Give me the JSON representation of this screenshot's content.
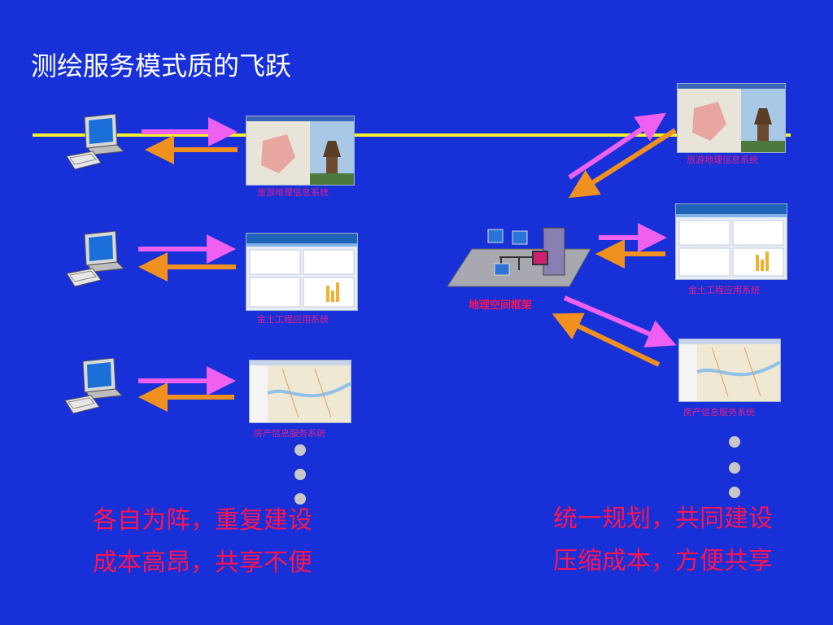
{
  "slide": {
    "title": "测绘服务模式质的飞跃",
    "left_systems": [
      {
        "caption": "旅游地理信息系统",
        "icon": "tourism-map-screenshot"
      },
      {
        "caption": "金土工程应用系统",
        "icon": "land-engineering-screenshot"
      },
      {
        "caption": "房产信息服务系统",
        "icon": "real-estate-map-screenshot"
      }
    ],
    "right_systems": [
      {
        "caption": "旅游地理信息系统",
        "icon": "tourism-map-screenshot"
      },
      {
        "caption": "金土工程应用系统",
        "icon": "land-engineering-screenshot"
      },
      {
        "caption": "房产信息服务系统",
        "icon": "real-estate-map-screenshot"
      }
    ],
    "network_label": "地理空间框架",
    "left_text": [
      "各自为阵，重复建设",
      "成本高昂，共享不便"
    ],
    "right_text": [
      "统一规划，共同建设",
      "压缩成本，方便共享"
    ],
    "colors": {
      "background": "#1730d8",
      "line": "#f2f232",
      "arrow_out": "#f060f0",
      "arrow_in": "#f0901e",
      "text": "#ff1450",
      "caption": "#e0208a"
    }
  }
}
